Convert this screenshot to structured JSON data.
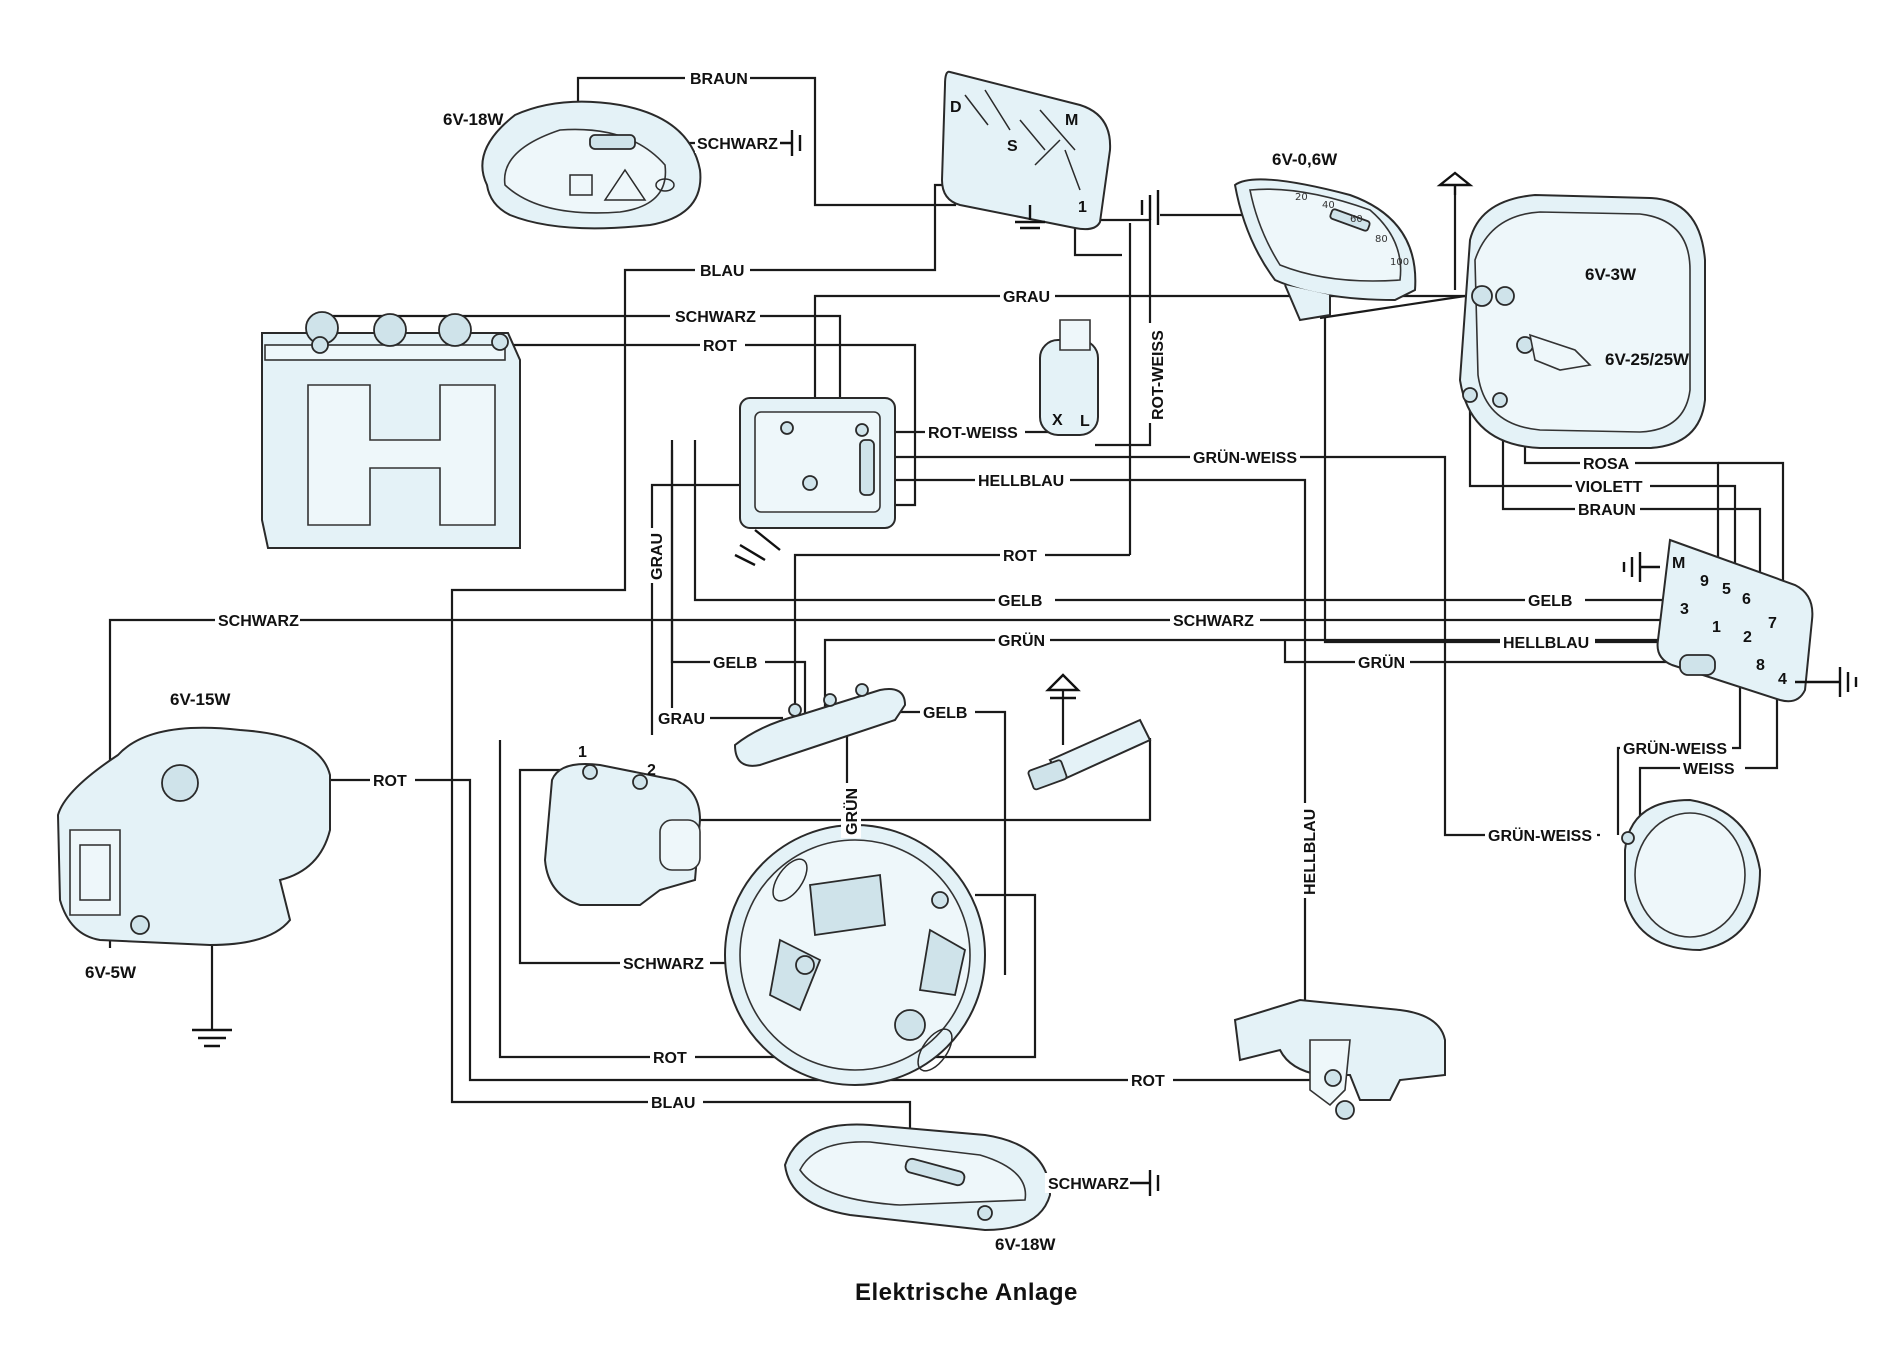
{
  "caption": "Elektrische Anlage",
  "ratings": {
    "rear_lamp": "6V-18W",
    "speedometer_lamp": "6V-0,6W",
    "parking_lamp": "6V-3W",
    "headlamp": "6V-25/25W",
    "tail_lamp": "6V-15W",
    "stop_lamp": "6V-5W",
    "front_indicator": "6V-18W"
  },
  "switch_terminals": {
    "d": "D",
    "s": "S",
    "m": "M",
    "one": "1"
  },
  "relay_terminals": {
    "x": "X",
    "l": "L"
  },
  "coil_terminals": {
    "one": "1",
    "two": "2"
  },
  "junction_terminals": {
    "m": "M",
    "t9": "9",
    "t5": "5",
    "t6": "6",
    "t7": "7",
    "t3": "3",
    "t1": "1",
    "t2": "2",
    "t8": "8",
    "t4": "4"
  },
  "dial_numbers": [
    "20",
    "40",
    "60",
    "80",
    "100"
  ],
  "wires": {
    "braun_top": "BRAUN",
    "schwarz_rear": "SCHWARZ",
    "blau_top": "BLAU",
    "schwarz_battery": "SCHWARZ",
    "rot_battery": "ROT",
    "grau_top": "GRAU",
    "rot_weiss_relay": "ROT-WEISS",
    "rot_weiss_vertical": "ROT-WEISS",
    "gruen_weiss_mid": "GRÜN-WEISS",
    "hellblau_mid": "HELLBLAU",
    "rot_mid": "ROT",
    "grau_vertical": "GRAU",
    "gelb_long": "GELB",
    "gelb_right": "GELB",
    "schwarz_left": "SCHWARZ",
    "schwarz_right": "SCHWARZ",
    "gruen_mid": "GRÜN",
    "hellblau_right": "HELLBLAU",
    "gruen_right": "GRÜN",
    "gelb_left": "GELB",
    "grau_low": "GRAU",
    "gelb_low": "GELB",
    "gruen_vertical": "GRÜN",
    "rot_tail": "ROT",
    "schwarz_magneto": "SCHWARZ",
    "rot_magneto": "ROT",
    "rot_bottom": "ROT",
    "blau_bottom": "BLAU",
    "schwarz_indicator": "SCHWARZ",
    "hellblau_vertical": "HELLBLAU",
    "rosa": "ROSA",
    "violett": "VIOLETT",
    "braun_right": "BRAUN",
    "gruen_weiss_horn": "GRÜN-WEISS",
    "weiss_horn": "WEISS",
    "gruen_weiss_low": "GRÜN-WEISS"
  },
  "icons": [
    "ground-symbol",
    "spark-plug",
    "battery",
    "ignition-coil",
    "magneto",
    "horn",
    "headlamp",
    "speedometer",
    "stop-switch"
  ]
}
